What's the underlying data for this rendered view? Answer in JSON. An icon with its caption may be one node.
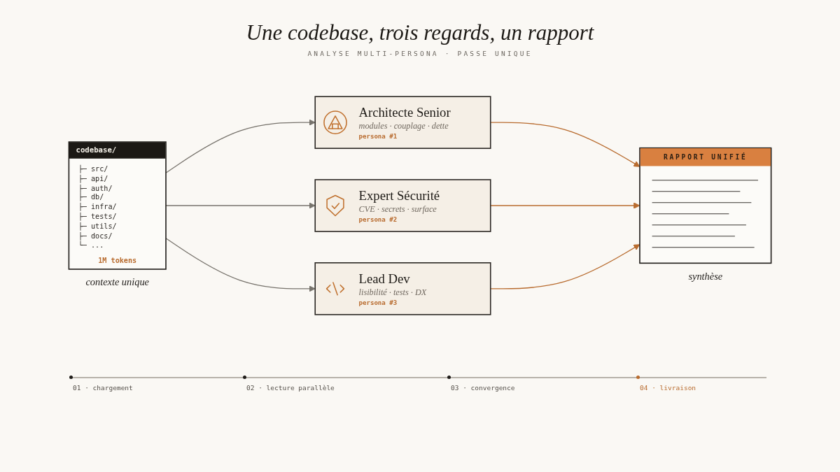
{
  "diagram": {
    "title": "Une codebase, trois regards, un rapport",
    "nodes": [
      {
        "text": [
          "codebase/",
          "├─ src/",
          "├─ api/",
          "├─ auth/",
          "├─ db/",
          "├─ infra/",
          "├─ tests/",
          "├─ utils/",
          "├─ docs/",
          "└─ ...",
          "1M tokens"
        ],
        "beside": [
          "contexte unique"
        ]
      },
      {
        "text": [
          "Architecte Senior",
          "modules · couplage · dette",
          "persona #1"
        ]
      },
      {
        "text": [
          "Expert Sécurité",
          "CVE · secrets · surface",
          "persona #2"
        ]
      },
      {
        "text": [
          "Lead Dev",
          "lisibilité · tests · DX",
          "persona #3"
        ]
      },
      {
        "text": [
          "RAPPORT UNIFIÉ"
        ],
        "beside": [
          "synthèse"
        ]
      }
    ],
    "edges": [
      {
        "from": 0,
        "to": 1,
        "arrow": "to"
      },
      {
        "from": 0,
        "to": 2,
        "arrow": "to"
      },
      {
        "from": 0,
        "to": 3,
        "arrow": "to"
      },
      {
        "from": 1,
        "to": 4,
        "arrow": "to",
        "color": "#b86b2e"
      },
      {
        "from": 2,
        "to": 4,
        "arrow": "to",
        "color": "#b86b2e"
      },
      {
        "from": 3,
        "to": 4,
        "arrow": "to",
        "color": "#b86b2e"
      }
    ],
    "labels": [
      "ANALYSE MULTI-PERSONA · PASSE UNIQUE",
      "01 · chargement",
      "02 · lecture parallèle",
      "03 · convergence",
      "04 · livraison"
    ]
  }
}
